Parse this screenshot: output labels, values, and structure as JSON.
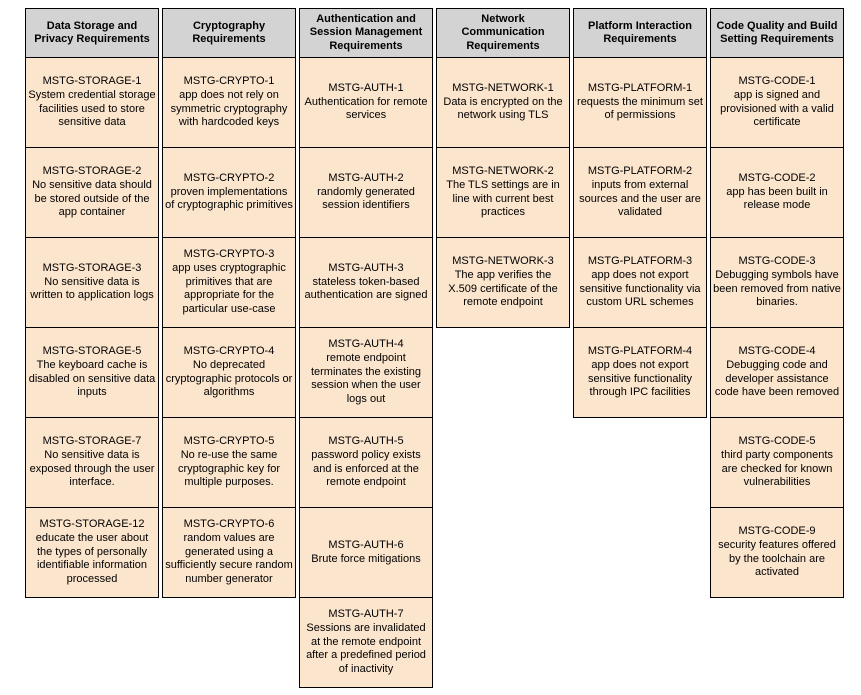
{
  "colors": {
    "header_bg": "#d3d3d3",
    "cell_bg": "#fce5cd",
    "border": "#000000",
    "text": "#000000",
    "page_bg": "#ffffff"
  },
  "table": {
    "columns": [
      {
        "id": "data-storage",
        "header": "Data Storage and Privacy Requirements",
        "cells": [
          {
            "code": "MSTG-STORAGE-1",
            "text": "System credential storage facilities used to store sensitive data"
          },
          {
            "code": "MSTG-STORAGE-2",
            "text": "No sensitive data should be stored outside of the app container"
          },
          {
            "code": "MSTG-STORAGE-3",
            "text": "No sensitive data is written to application logs"
          },
          {
            "code": "MSTG-STORAGE-5",
            "text": "The keyboard cache is disabled on sensitive data inputs"
          },
          {
            "code": "MSTG-STORAGE-7",
            "text": "No sensitive data is exposed through the user interface."
          },
          {
            "code": "MSTG-STORAGE-12",
            "text": "educate the user about the types of personally identifiable information processed"
          }
        ]
      },
      {
        "id": "cryptography",
        "header": "Cryptography Requirements",
        "cells": [
          {
            "code": "MSTG-CRYPTO-1",
            "text": "app does not rely on symmetric cryptography with hardcoded keys"
          },
          {
            "code": "MSTG-CRYPTO-2",
            "text": "proven implementations of cryptographic primitives"
          },
          {
            "code": "MSTG-CRYPTO-3",
            "text": "app uses cryptographic primitives that are appropriate for the particular use-case"
          },
          {
            "code": "MSTG-CRYPTO-4",
            "text": "No deprecated cryptographic protocols or algorithms"
          },
          {
            "code": "MSTG-CRYPTO-5",
            "text": "No re-use the same cryptographic key for multiple purposes."
          },
          {
            "code": "MSTG-CRYPTO-6",
            "text": "random values are generated using a sufficiently secure random number generator"
          }
        ]
      },
      {
        "id": "authentication",
        "header": "Authentication and Session Management Requirements",
        "cells": [
          {
            "code": "MSTG-AUTH-1",
            "text": "Authentication for remote services"
          },
          {
            "code": "MSTG-AUTH-2",
            "text": "randomly generated session identifiers"
          },
          {
            "code": "MSTG-AUTH-3",
            "text": "stateless token-based authentication are signed"
          },
          {
            "code": "MSTG-AUTH-4",
            "text": "remote endpoint terminates the existing session when the user logs out"
          },
          {
            "code": "MSTG-AUTH-5",
            "text": "password policy exists and is enforced at the remote endpoint"
          },
          {
            "code": "MSTG-AUTH-6",
            "text": "Brute force mitigations"
          },
          {
            "code": "MSTG-AUTH-7",
            "text": "Sessions are invalidated at the remote endpoint after a predefined period of inactivity"
          }
        ]
      },
      {
        "id": "network",
        "header": "Network Communication Requirements",
        "cells": [
          {
            "code": "MSTG-NETWORK-1",
            "text": "Data is encrypted on the network using TLS"
          },
          {
            "code": "MSTG-NETWORK-2",
            "text": "The TLS settings are in line with current best practices"
          },
          {
            "code": "MSTG-NETWORK-3",
            "text": "The app verifies the X.509 certificate of the remote endpoint"
          }
        ]
      },
      {
        "id": "platform",
        "header": "Platform Interaction Requirements",
        "cells": [
          {
            "code": "MSTG-PLATFORM-1",
            "text": "requests the minimum set of permissions"
          },
          {
            "code": "MSTG-PLATFORM-2",
            "text": "inputs from external sources and the user are validated"
          },
          {
            "code": "MSTG-PLATFORM-3",
            "text": "app does not export sensitive functionality via custom URL schemes"
          },
          {
            "code": "MSTG-PLATFORM-4",
            "text": "app does not export sensitive functionality through IPC facilities"
          }
        ]
      },
      {
        "id": "code-quality",
        "header": "Code Quality and Build Setting Requirements",
        "cells": [
          {
            "code": "MSTG-CODE-1",
            "text": "app is signed and provisioned with a valid certificate"
          },
          {
            "code": "MSTG-CODE-2",
            "text": "app has been built in release mode"
          },
          {
            "code": "MSTG-CODE-3",
            "text": "Debugging symbols have been removed from native binaries."
          },
          {
            "code": "MSTG-CODE-4",
            "text": "Debugging code and developer assistance code have been removed"
          },
          {
            "code": "MSTG-CODE-5",
            "text": "third party components are checked for known vulnerabilities"
          },
          {
            "code": "MSTG-CODE-9",
            "text": "security features offered by the toolchain are activated"
          }
        ]
      }
    ]
  }
}
